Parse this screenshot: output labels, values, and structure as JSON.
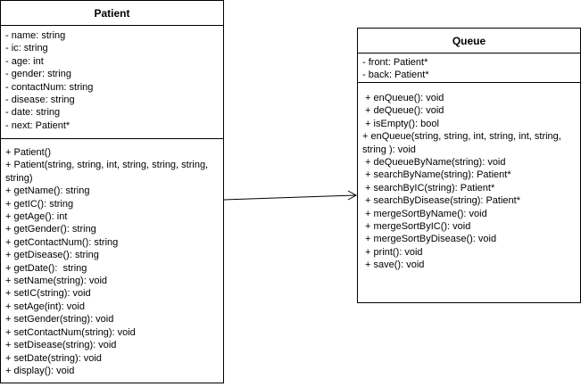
{
  "patient": {
    "title": "Patient",
    "attributes": [
      "- name: string",
      "- ic: string",
      "- age: int",
      "- gender: string",
      "- contactNum: string",
      "- disease: string",
      "- date: string",
      "- next: Patient*"
    ],
    "operations": [
      "+ Patient()",
      "+ Patient(string, string, int, string, string, string, string)",
      "+ getName(): string",
      "+ getIC(): string",
      "+ getAge(): int",
      "+ getGender(): string",
      "+ getContactNum(): string",
      "+ getDisease(): string",
      "+ getDate():  string",
      "+ setName(string): void",
      "+ setIC(string): void",
      "+ setAge(int): void",
      "+ setGender(string): void",
      "+ setContactNum(string): void",
      "+ setDisease(string): void",
      "+ setDate(string): void",
      "+ display(): void"
    ]
  },
  "queue": {
    "title": "Queue",
    "attributes": [
      "- front: Patient*",
      "- back: Patient*"
    ],
    "operations": [
      " + enQueue(): void",
      " + deQueue(): void",
      " + isEmpty(): bool",
      " + enQueue(string, string, int, string, int, string, string ): void",
      " + deQueueByName(string): void",
      " + searchByName(string): Patient*",
      " + searchByIC(string): Patient*",
      " + searchByDisease(string): Patient*",
      " + mergeSortByName(): void",
      " + mergeSortByIC(): void",
      " + mergeSortByDisease(): void",
      " + print(): void",
      " + save(): void"
    ]
  }
}
